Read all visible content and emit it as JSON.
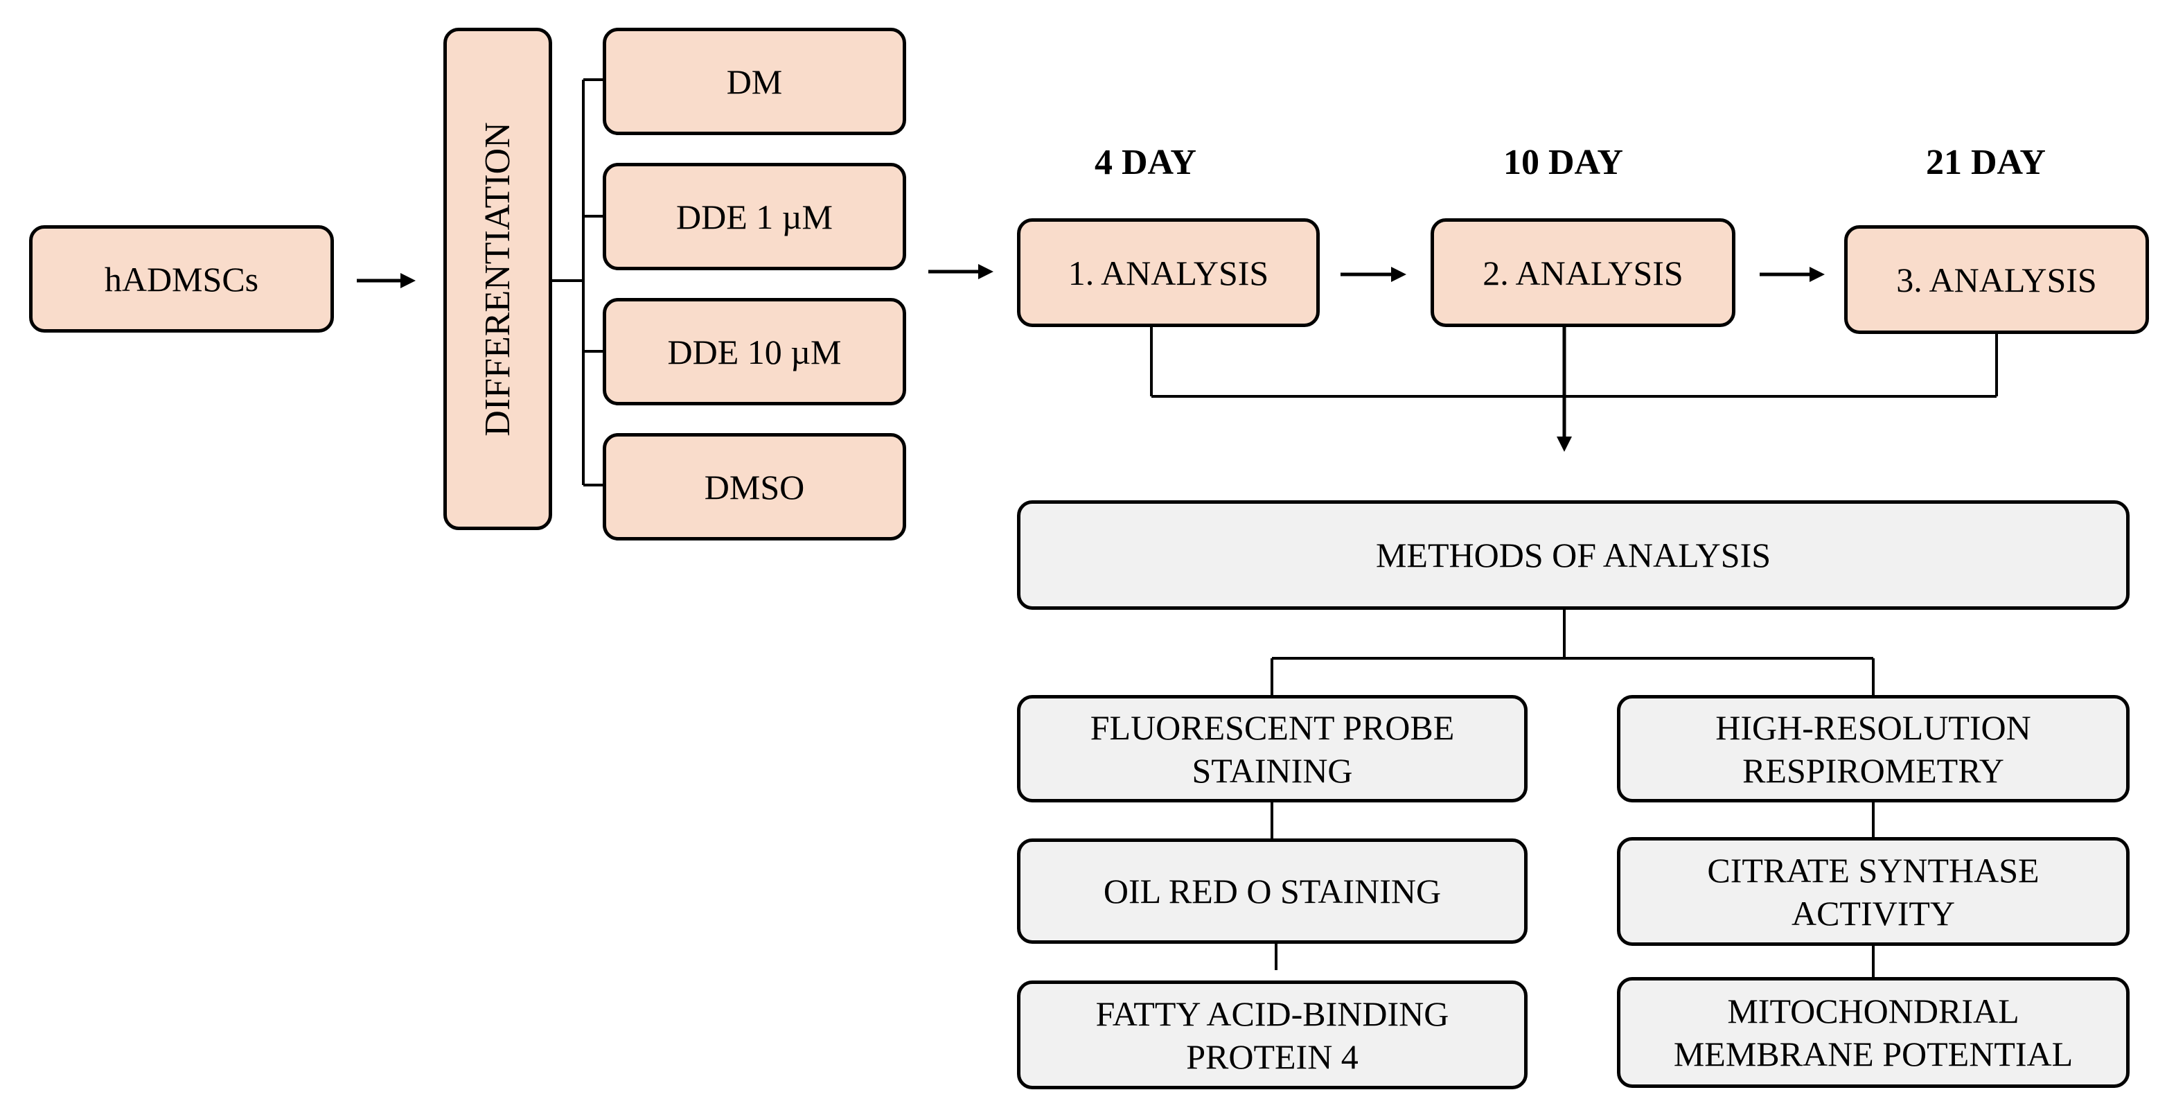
{
  "start": {
    "label": "hADMSCs"
  },
  "differentiation": {
    "label": "DIFFERENTIATION"
  },
  "conditions": [
    "DM",
    "DDE 1 µM",
    "DDE 10 µM",
    "DMSO"
  ],
  "timepoints": [
    {
      "day": "4 DAY",
      "analysis": "1. ANALYSIS"
    },
    {
      "day": "10 DAY",
      "analysis": "2. ANALYSIS"
    },
    {
      "day": "21 DAY",
      "analysis": "3. ANALYSIS"
    }
  ],
  "methods": {
    "title": "METHODS OF ANALYSIS",
    "left": [
      "FLUORESCENT PROBE STAINING",
      "OIL RED O STAINING",
      "FATTY ACID-BINDING PROTEIN 4"
    ],
    "right": [
      "HIGH-RESOLUTION RESPIROMETRY",
      "CITRATE SYNTHASE ACTIVITY",
      "MITOCHONDRIAL MEMBRANE POTENTIAL"
    ]
  },
  "colors": {
    "peach_fill": "#f9dccb",
    "grey_fill": "#f1f1f1",
    "stroke": "#000000"
  }
}
